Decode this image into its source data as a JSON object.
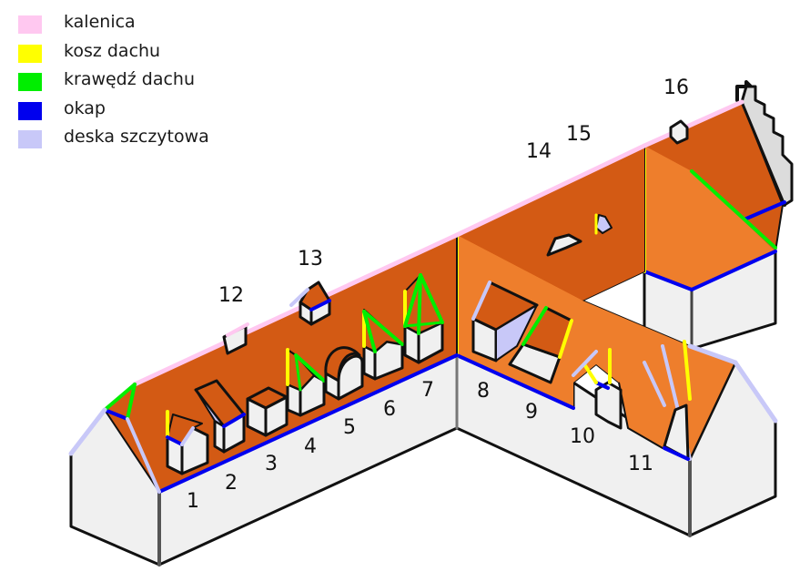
{
  "legend": [
    {
      "label": "kalenica",
      "color": "#ffc8f0"
    },
    {
      "label": "kosz dachu",
      "color": "#ffff00"
    },
    {
      "label": "krawędź dachu",
      "color": "#00ee00"
    },
    {
      "label": "okap",
      "color": "#0000ee"
    },
    {
      "label": "deska szczytowa",
      "color": "#c8c8f8"
    }
  ],
  "labels": {
    "n1": "1",
    "n2": "2",
    "n3": "3",
    "n4": "4",
    "n5": "5",
    "n6": "6",
    "n7": "7",
    "n8": "8",
    "n9": "9",
    "n10": "10",
    "n11": "11",
    "n12": "12",
    "n13": "13",
    "n14": "14",
    "n15": "15",
    "n16": "16"
  },
  "colors": {
    "roof_dark": "#d35a14",
    "roof_light": "#ee7e2c",
    "wall": "#f0f0f0",
    "wall_shade": "#dcdcdc",
    "outline": "#111111"
  }
}
